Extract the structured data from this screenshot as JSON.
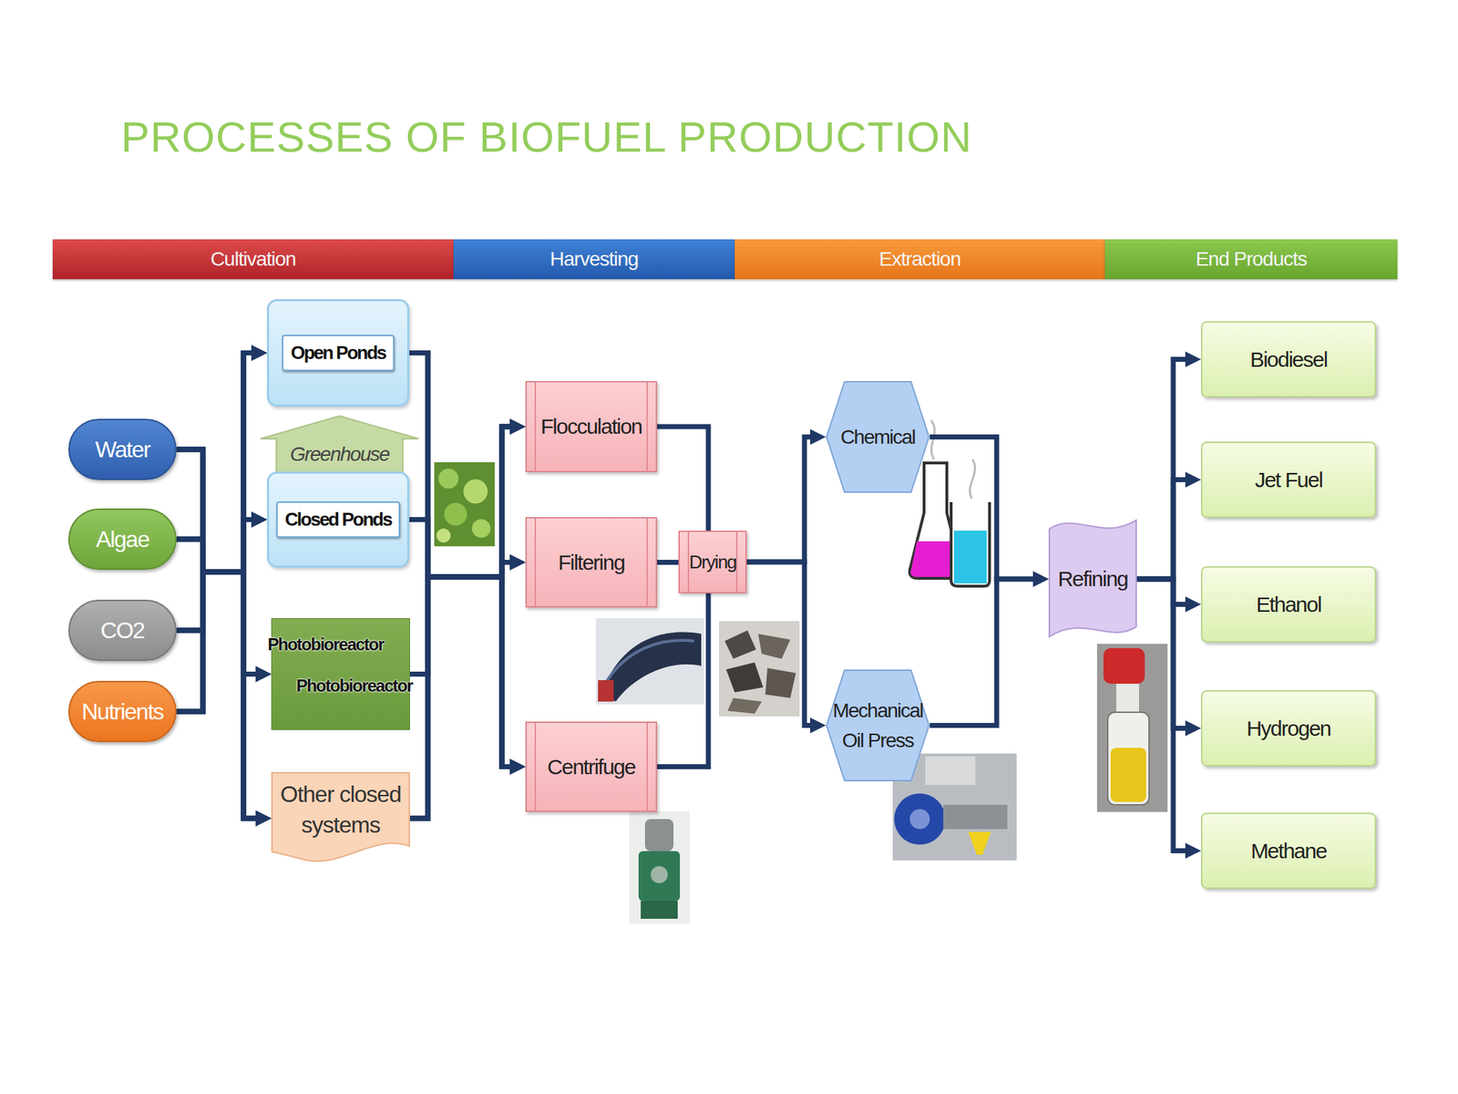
{
  "diagram": {
    "title": "PROCESSES OF BIOFUEL PRODUCTION",
    "nodes": [
      {
        "text": [
          "Cultivation"
        ]
      },
      {
        "text": [
          "Harvesting"
        ]
      },
      {
        "text": [
          "Extraction"
        ]
      },
      {
        "text": [
          "End Products"
        ]
      },
      {
        "text": [
          "Water"
        ]
      },
      {
        "text": [
          "Algae"
        ]
      },
      {
        "text": [
          "CO2"
        ]
      },
      {
        "text": [
          "Nutrients"
        ]
      },
      {
        "text": [
          "Open Ponds"
        ]
      },
      {
        "text": [
          "Greenhouse"
        ]
      },
      {
        "text": [
          "Closed Ponds"
        ]
      },
      {
        "text": [
          "Photobioreactor",
          "Photobioreactor"
        ]
      },
      {
        "text": [
          "Other closed systems"
        ]
      },
      {
        "text": [
          "Flocculation"
        ]
      },
      {
        "text": [
          "Filtering"
        ]
      },
      {
        "text": [
          "Centrifuge"
        ]
      },
      {
        "text": [
          "Drying"
        ]
      },
      {
        "text": [
          "Chemical"
        ]
      },
      {
        "text": [
          "Mechanical Oil Press"
        ]
      },
      {
        "text": [
          "Refining"
        ]
      },
      {
        "text": [
          "Biodiesel"
        ]
      },
      {
        "text": [
          "Jet Fuel"
        ]
      },
      {
        "text": [
          "Ethanol"
        ]
      },
      {
        "text": [
          "Hydrogen"
        ]
      },
      {
        "text": [
          "Methane"
        ]
      }
    ],
    "edges": [
      {
        "from": 4,
        "to": 8,
        "arrow": "to"
      },
      {
        "from": 4,
        "to": 10,
        "arrow": "to"
      },
      {
        "from": 4,
        "to": 11,
        "arrow": "to"
      },
      {
        "from": 4,
        "to": 12,
        "arrow": "to"
      },
      {
        "from": 5,
        "to": 8,
        "arrow": "to"
      },
      {
        "from": 5,
        "to": 10,
        "arrow": "to"
      },
      {
        "from": 5,
        "to": 11,
        "arrow": "to"
      },
      {
        "from": 5,
        "to": 12,
        "arrow": "to"
      },
      {
        "from": 6,
        "to": 8,
        "arrow": "to"
      },
      {
        "from": 6,
        "to": 10,
        "arrow": "to"
      },
      {
        "from": 6,
        "to": 11,
        "arrow": "to"
      },
      {
        "from": 6,
        "to": 12,
        "arrow": "to"
      },
      {
        "from": 7,
        "to": 8,
        "arrow": "to"
      },
      {
        "from": 7,
        "to": 10,
        "arrow": "to"
      },
      {
        "from": 7,
        "to": 11,
        "arrow": "to"
      },
      {
        "from": 7,
        "to": 12,
        "arrow": "to"
      },
      {
        "from": 8,
        "to": 13,
        "arrow": "to"
      },
      {
        "from": 8,
        "to": 14,
        "arrow": "to"
      },
      {
        "from": 8,
        "to": 15,
        "arrow": "to"
      },
      {
        "from": 10,
        "to": 13,
        "arrow": "to"
      },
      {
        "from": 10,
        "to": 14,
        "arrow": "to"
      },
      {
        "from": 10,
        "to": 15,
        "arrow": "to"
      },
      {
        "from": 11,
        "to": 13,
        "arrow": "to"
      },
      {
        "from": 11,
        "to": 14,
        "arrow": "to"
      },
      {
        "from": 11,
        "to": 15,
        "arrow": "to"
      },
      {
        "from": 12,
        "to": 13,
        "arrow": "to"
      },
      {
        "from": 12,
        "to": 14,
        "arrow": "to"
      },
      {
        "from": 12,
        "to": 15,
        "arrow": "to"
      },
      {
        "from": 13,
        "to": 16,
        "arrow": "none"
      },
      {
        "from": 14,
        "to": 16,
        "arrow": "none"
      },
      {
        "from": 15,
        "to": 16,
        "arrow": "none"
      },
      {
        "from": 16,
        "to": 17,
        "arrow": "to"
      },
      {
        "from": 16,
        "to": 18,
        "arrow": "to"
      },
      {
        "from": 17,
        "to": 19,
        "arrow": "to"
      },
      {
        "from": 18,
        "to": 19,
        "arrow": "to"
      },
      {
        "from": 19,
        "to": 20,
        "arrow": "to"
      },
      {
        "from": 19,
        "to": 21,
        "arrow": "to"
      },
      {
        "from": 19,
        "to": 22,
        "arrow": "to"
      },
      {
        "from": 19,
        "to": 23,
        "arrow": "to"
      },
      {
        "from": 19,
        "to": 24,
        "arrow": "to"
      }
    ]
  }
}
